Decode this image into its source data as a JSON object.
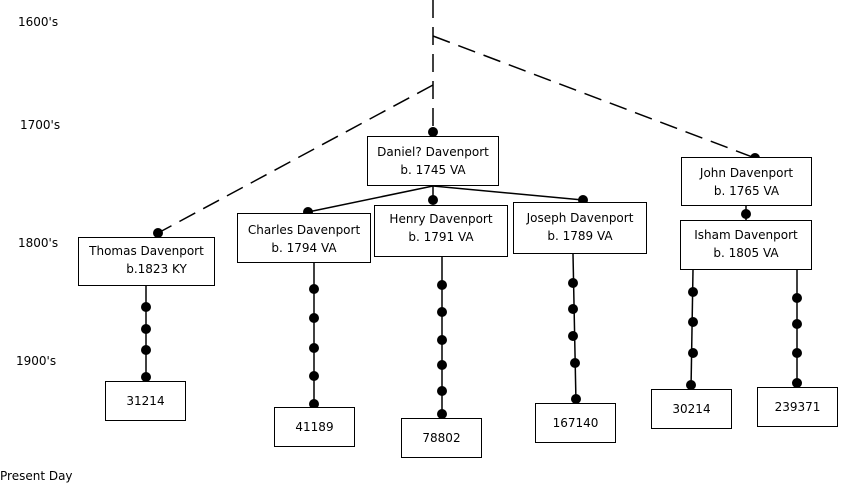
{
  "eras": {
    "c1600": "1600's",
    "c1700": "1700's",
    "c1800": "1800's",
    "c1900": "1900's",
    "present": "Present Day"
  },
  "people": {
    "daniel": {
      "name": "Daniel? Davenport",
      "born": "b. 1745 VA"
    },
    "john": {
      "name": "John Davenport",
      "born": "b. 1765 VA"
    },
    "thomas": {
      "name": "Thomas Davenport",
      "born": "b.1823 KY"
    },
    "charles": {
      "name": "Charles Davenport",
      "born": "b. 1794 VA"
    },
    "henry": {
      "name": "Henry Davenport",
      "born": "b. 1791 VA"
    },
    "joseph": {
      "name": "Joseph Davenport",
      "born": "b. 1789 VA"
    },
    "isham": {
      "name": "Isham Davenport",
      "born": "b. 1805 VA"
    }
  },
  "kits": {
    "thomas": "31214",
    "charles": "41189",
    "henry": "78802",
    "joseph": "167140",
    "isham_a": "30214",
    "isham_b": "239371"
  },
  "colors": {
    "line": "#000000",
    "background": "#ffffff"
  }
}
